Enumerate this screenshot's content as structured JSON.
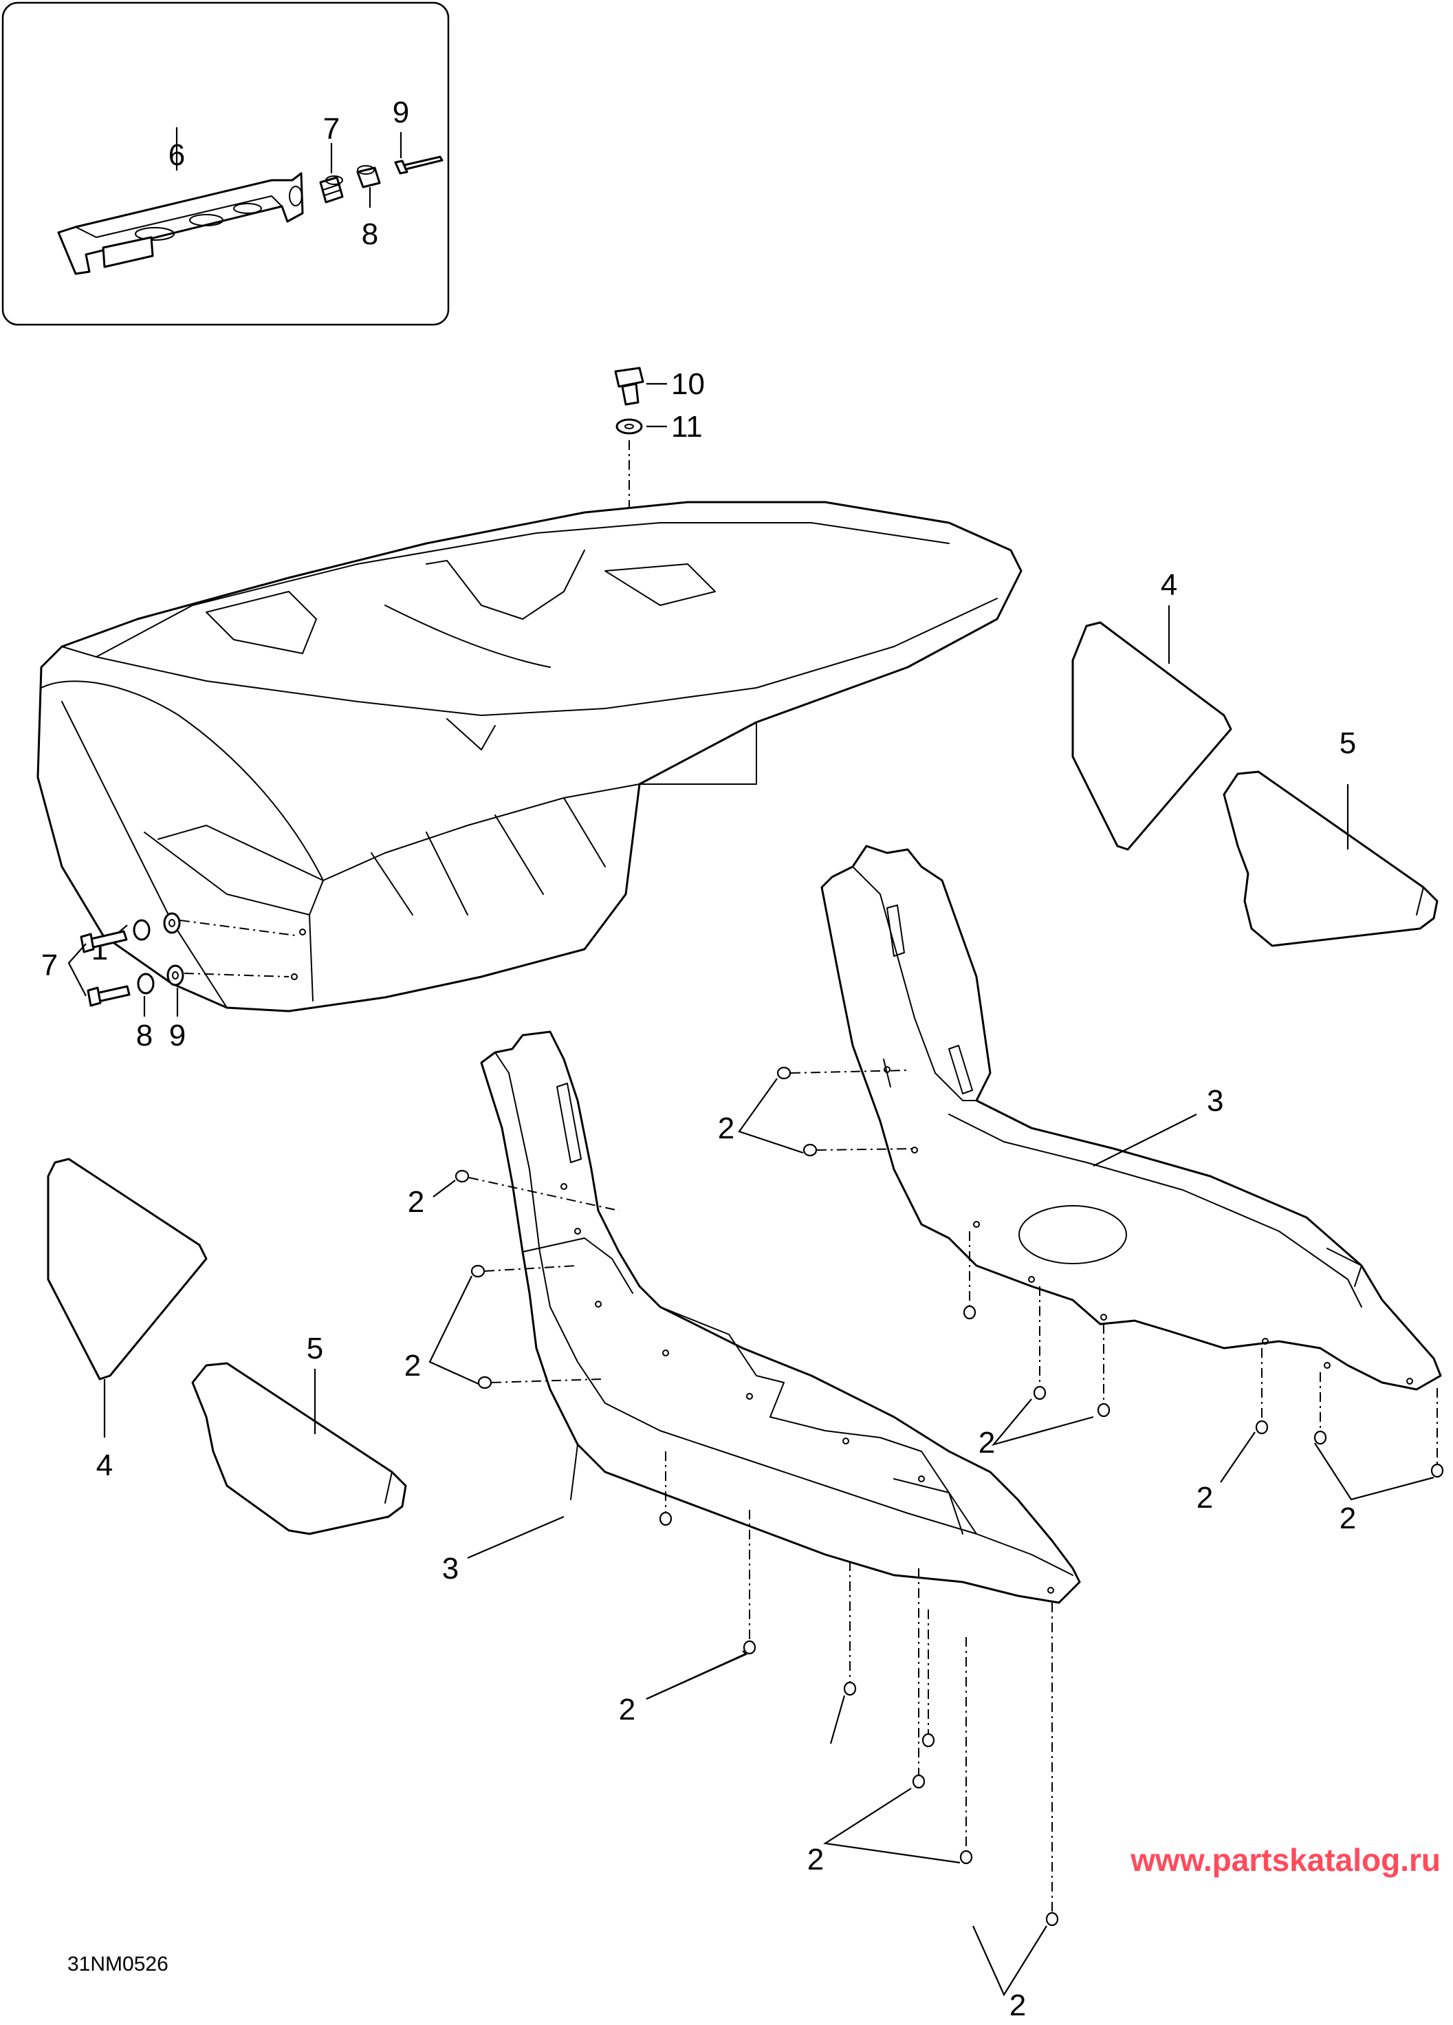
{
  "callouts": {
    "c1": "1",
    "c2a": "2",
    "c2b": "2",
    "c2c": "2",
    "c2d": "2",
    "c2e": "2",
    "c2f": "2",
    "c2g": "2",
    "c2h": "2",
    "c2i": "2",
    "c3a": "3",
    "c3b": "3",
    "c4a": "4",
    "c4b": "4",
    "c5a": "5",
    "c5b": "5",
    "c6": "6",
    "c7a": "7",
    "c7b": "7",
    "c8a": "8",
    "c8b": "8",
    "c9a": "9",
    "c9b": "9",
    "c10": "10",
    "c11": "11"
  },
  "drawing_code": "31NM0526",
  "watermark": "www.partskatalog.ru",
  "colors": {
    "line": "#000000",
    "watermark": "#ff4b5c"
  }
}
